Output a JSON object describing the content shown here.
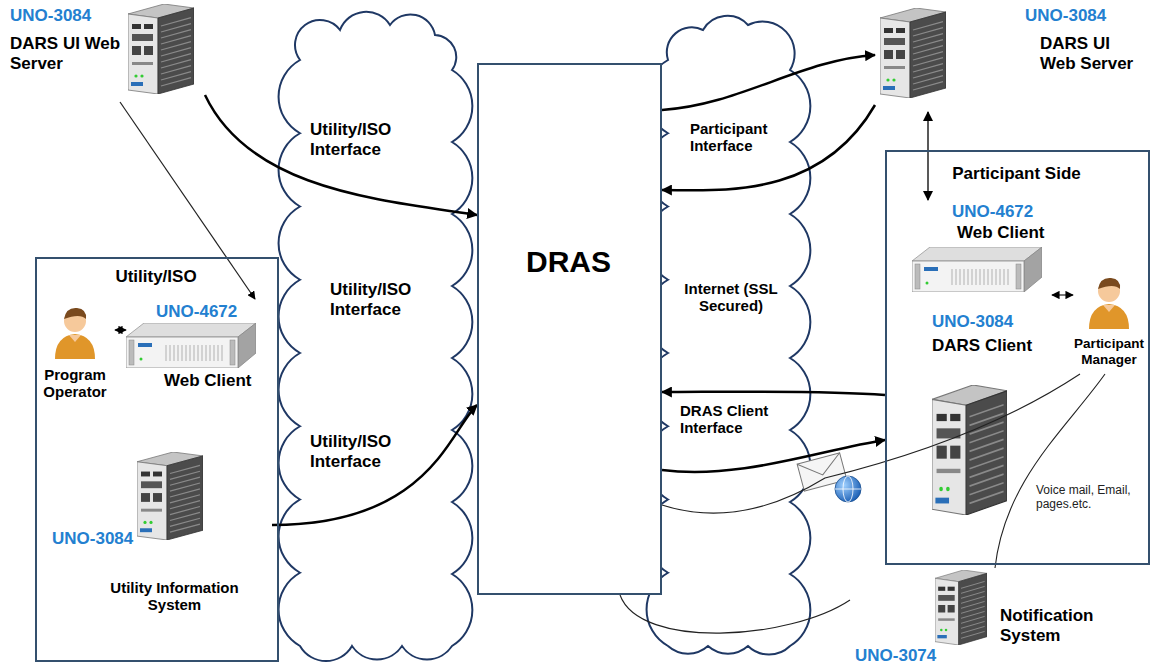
{
  "diagram": {
    "nodes": [
      {
        "text": [
          "UNO-3084",
          "DARS UI Web Server"
        ]
      },
      {
        "text": [
          "DRAS"
        ]
      },
      {
        "text": [
          "UNO-3084",
          "DARS UI Web Server"
        ]
      },
      {
        "text": [
          "Utility/ISO"
        ]
      },
      {
        "text": [
          "Program Operator"
        ],
        "in": 3
      },
      {
        "text": [
          "UNO-4672",
          "Web Client"
        ],
        "in": 3
      },
      {
        "text": [
          "UNO-3084",
          "Utility Information System"
        ],
        "in": 3
      },
      {
        "text": [
          "Participant Side"
        ]
      },
      {
        "text": [
          "UNO-4672",
          "Web Client"
        ],
        "in": 7
      },
      {
        "text": [
          "UNO-3084",
          "DARS Client"
        ],
        "in": 7
      },
      {
        "text": [
          "Participant Manager"
        ],
        "in": 7
      },
      {
        "text": [
          "UNO-3074",
          "Notification System"
        ]
      }
    ],
    "edges": [
      {
        "from": 0,
        "to": 1,
        "arrow": "to"
      },
      {
        "from": 0,
        "to": 5,
        "arrow": "to"
      },
      {
        "from": 4,
        "to": 5,
        "arrow": "both"
      },
      {
        "from": 6,
        "to": 1,
        "arrow": "to"
      },
      {
        "from": 1,
        "to": 2,
        "arrow": "to"
      },
      {
        "from": 2,
        "to": 1,
        "arrow": "to"
      },
      {
        "from": 2,
        "to": 8,
        "arrow": "both"
      },
      {
        "from": 8,
        "to": 10,
        "arrow": "both"
      },
      {
        "from": 1,
        "to": 7,
        "arrow": "to"
      },
      {
        "from": 7,
        "to": 1,
        "arrow": "to"
      },
      {
        "from": 1,
        "to": 10,
        "arrow": "none"
      },
      {
        "from": 1,
        "to": 11,
        "arrow": "none"
      },
      {
        "from": 11,
        "to": 10,
        "arrow": "none"
      }
    ],
    "labels": [
      "Utility/ISO Interface",
      "Utility/ISO Interface",
      "Utility/ISO Interface",
      "Participant Interface",
      "Internet (SSL Secured)",
      "DRAS Client Interface",
      "Voice mail, Email, pages.etc."
    ]
  }
}
